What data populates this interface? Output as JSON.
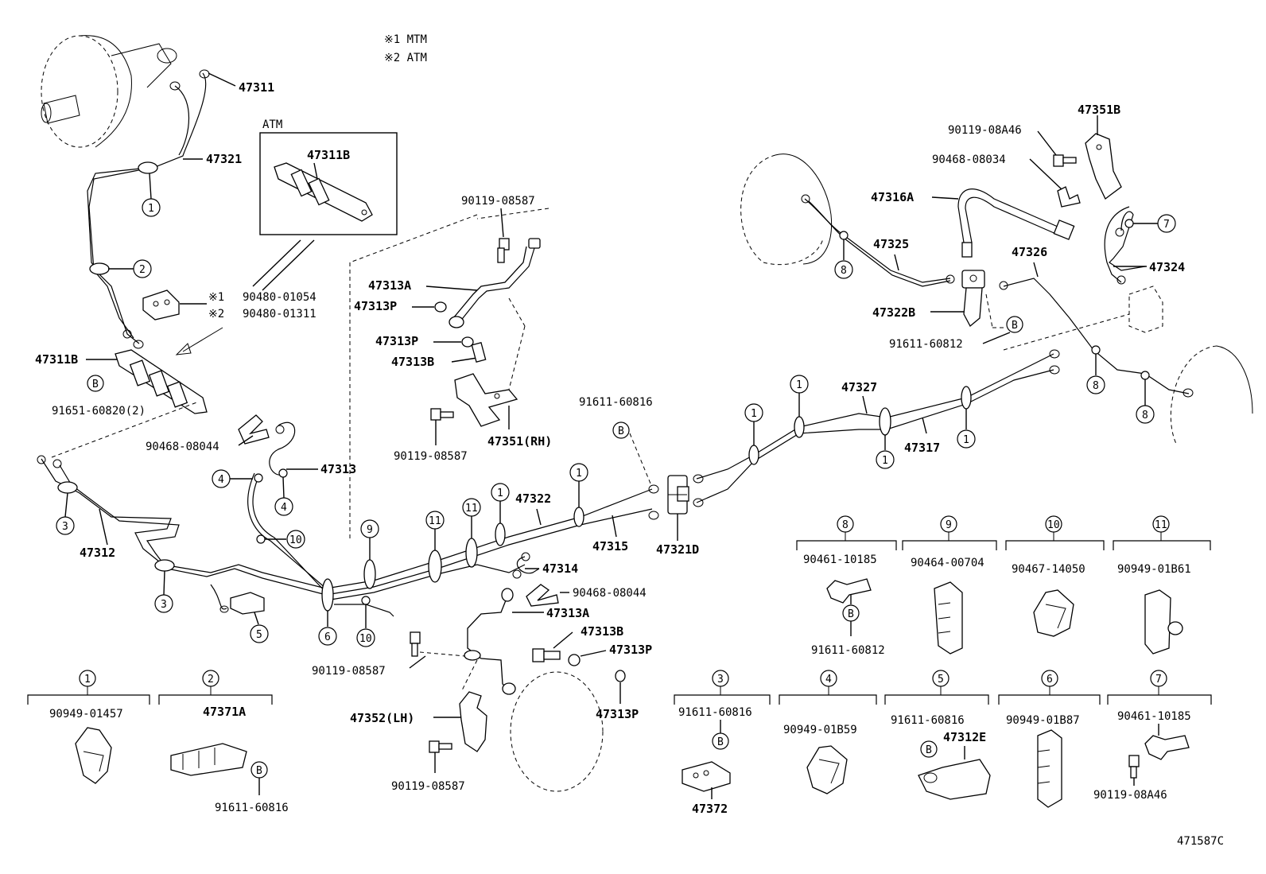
{
  "legend": {
    "line1": "※1 MTM",
    "line2": "※2 ATM"
  },
  "atm_box": {
    "title": "ATM",
    "part": "47311B"
  },
  "note_parts": {
    "star1": "※1",
    "p1": "90480-01054",
    "star2": "※2",
    "p2": "90480-01311"
  },
  "parts": {
    "p47311": "47311",
    "p47321": "47321",
    "p47311B": "47311B",
    "p91651": "91651-60820(2)",
    "p90468a": "90468-08044",
    "p47313": "47313",
    "p47312": "47312",
    "p90119a": "90119-08587",
    "p47313A": "47313A",
    "p47313Pa": "47313P",
    "p47313Pb": "47313P",
    "p47313Ba": "47313B",
    "p90119b": "90119-08587",
    "p47351RH": "47351(RH)",
    "p91611a": "91611-60816",
    "p47322": "47322",
    "p47315": "47315",
    "p47321D": "47321D",
    "p47314": "47314",
    "p90468b": "90468-08044",
    "p47313A2": "47313A",
    "p47313B2": "47313B",
    "p47313P2": "47313P",
    "p90119c": "90119-08587",
    "p47352LH": "47352(LH)",
    "p47313P3": "47313P",
    "p90119d": "90119-08587",
    "p47327": "47327",
    "p47317": "47317",
    "p90119e": "90119-08A46",
    "p47351B": "47351B",
    "p90468c": "90468-08034",
    "p47316A": "47316A",
    "p47325": "47325",
    "p47326": "47326",
    "p47324": "47324",
    "p47322B": "47322B",
    "p91611b": "91611-60812"
  },
  "clip_table": [
    {
      "ref": "1",
      "part": "90949-01457"
    },
    {
      "ref": "2",
      "part": "47371A",
      "sub": "91611-60816"
    },
    {
      "ref": "3",
      "part": "91611-60816",
      "sub": "47372"
    },
    {
      "ref": "4",
      "part": "90949-01B59"
    },
    {
      "ref": "5",
      "part": "91611-60816",
      "sub": "47312E"
    },
    {
      "ref": "6",
      "part": "90949-01B87"
    },
    {
      "ref": "7",
      "part": "90461-10185",
      "sub": "90119-08A46"
    },
    {
      "ref": "8",
      "part": "90461-10185",
      "sub": "91611-60812"
    },
    {
      "ref": "9",
      "part": "90464-00704"
    },
    {
      "ref": "10",
      "part": "90467-14050"
    },
    {
      "ref": "11",
      "part": "90949-01B61"
    }
  ],
  "bolt_mark": "B",
  "figure_id": "471587C"
}
